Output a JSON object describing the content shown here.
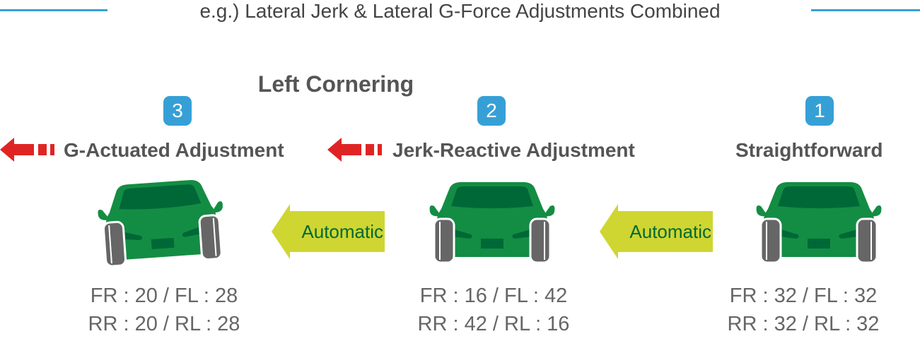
{
  "title": "e.g.) Lateral Jerk & Lateral G-Force Adjustments Combined",
  "section_title": "Left Cornering",
  "colors": {
    "accent_blue": "#36a0d6",
    "arrow_red": "#e02424",
    "car_green": "#138d43",
    "car_dark_green": "#006837",
    "auto_arrow": "#cfd631",
    "tire": "#666666"
  },
  "steps": [
    {
      "number": "3",
      "label": "G-Actuated Adjustment",
      "icon": "red-left-arrow-icon",
      "front": "FR : 20  /  FL : 28",
      "rear": "RR : 20  /  RL : 28"
    },
    {
      "number": "2",
      "label": "Jerk-Reactive Adjustment",
      "icon": "red-left-arrow-icon",
      "front": "FR : 16  /  FL : 42",
      "rear": "RR : 42  /  RL : 16"
    },
    {
      "number": "1",
      "label": "Straightforward",
      "front": "FR : 32  /  FL : 32",
      "rear": "RR : 32  /  RL : 32"
    }
  ],
  "transitions": [
    "Automatic",
    "Automatic"
  ]
}
